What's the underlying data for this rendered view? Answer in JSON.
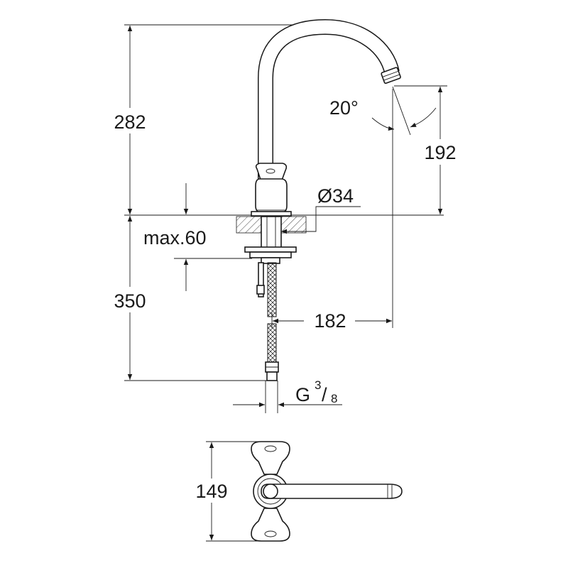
{
  "dimensions": {
    "height_above": "282",
    "spout_angle": "20°",
    "spout_outlet_height": "192",
    "diameter": "Ø34",
    "max_thickness": "max.60",
    "height_below": "350",
    "spout_reach": "182",
    "thread_g": "G",
    "thread_num": "3",
    "thread_slash": "/",
    "thread_den": "8",
    "top_view_width": "149"
  }
}
